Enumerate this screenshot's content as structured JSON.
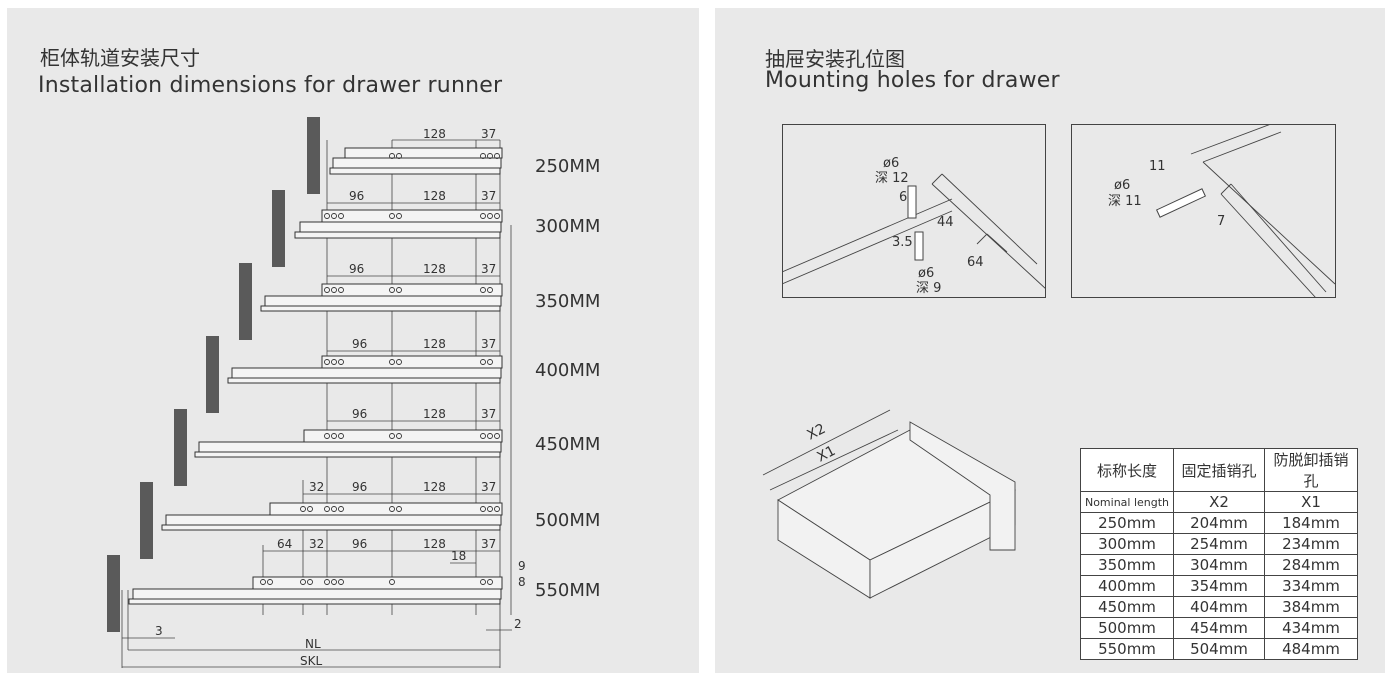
{
  "left": {
    "title_cn": "柜体轨道安装尺寸",
    "title_en": "Installation dimensions for drawer runner",
    "sizes": [
      "250MM",
      "300MM",
      "350MM",
      "400MM",
      "450MM",
      "500MM",
      "550MM"
    ],
    "dims": {
      "d128": "128",
      "d37": "37",
      "d96": "96",
      "d32": "32",
      "d64": "64",
      "d18": "18",
      "d9": "9",
      "d8": "8",
      "d2": "2",
      "d3": "3",
      "nl": "NL",
      "skl": "SKL"
    }
  },
  "right": {
    "title_cn": "抽屉安装孔位图",
    "title_en": "Mounting holes for drawer",
    "fig1": {
      "a": "ø6",
      "b": "深 12",
      "c": "6",
      "d": "44",
      "e": "3.5",
      "f": "ø6",
      "g": "深 9",
      "h": "64"
    },
    "fig2": {
      "a": "11",
      "b": "ø6",
      "c": "深 11",
      "d": "7"
    },
    "fig3": {
      "x2": "X2",
      "x1": "X1"
    },
    "table": {
      "headers": [
        "标称长度",
        "固定插销孔",
        "防脱卸插销孔"
      ],
      "subheaders": [
        "Nominal length",
        "X2",
        "X1"
      ],
      "rows": [
        [
          "250mm",
          "204mm",
          "184mm"
        ],
        [
          "300mm",
          "254mm",
          "234mm"
        ],
        [
          "350mm",
          "304mm",
          "284mm"
        ],
        [
          "400mm",
          "354mm",
          "334mm"
        ],
        [
          "450mm",
          "404mm",
          "384mm"
        ],
        [
          "500mm",
          "454mm",
          "434mm"
        ],
        [
          "550mm",
          "504mm",
          "484mm"
        ]
      ]
    }
  }
}
